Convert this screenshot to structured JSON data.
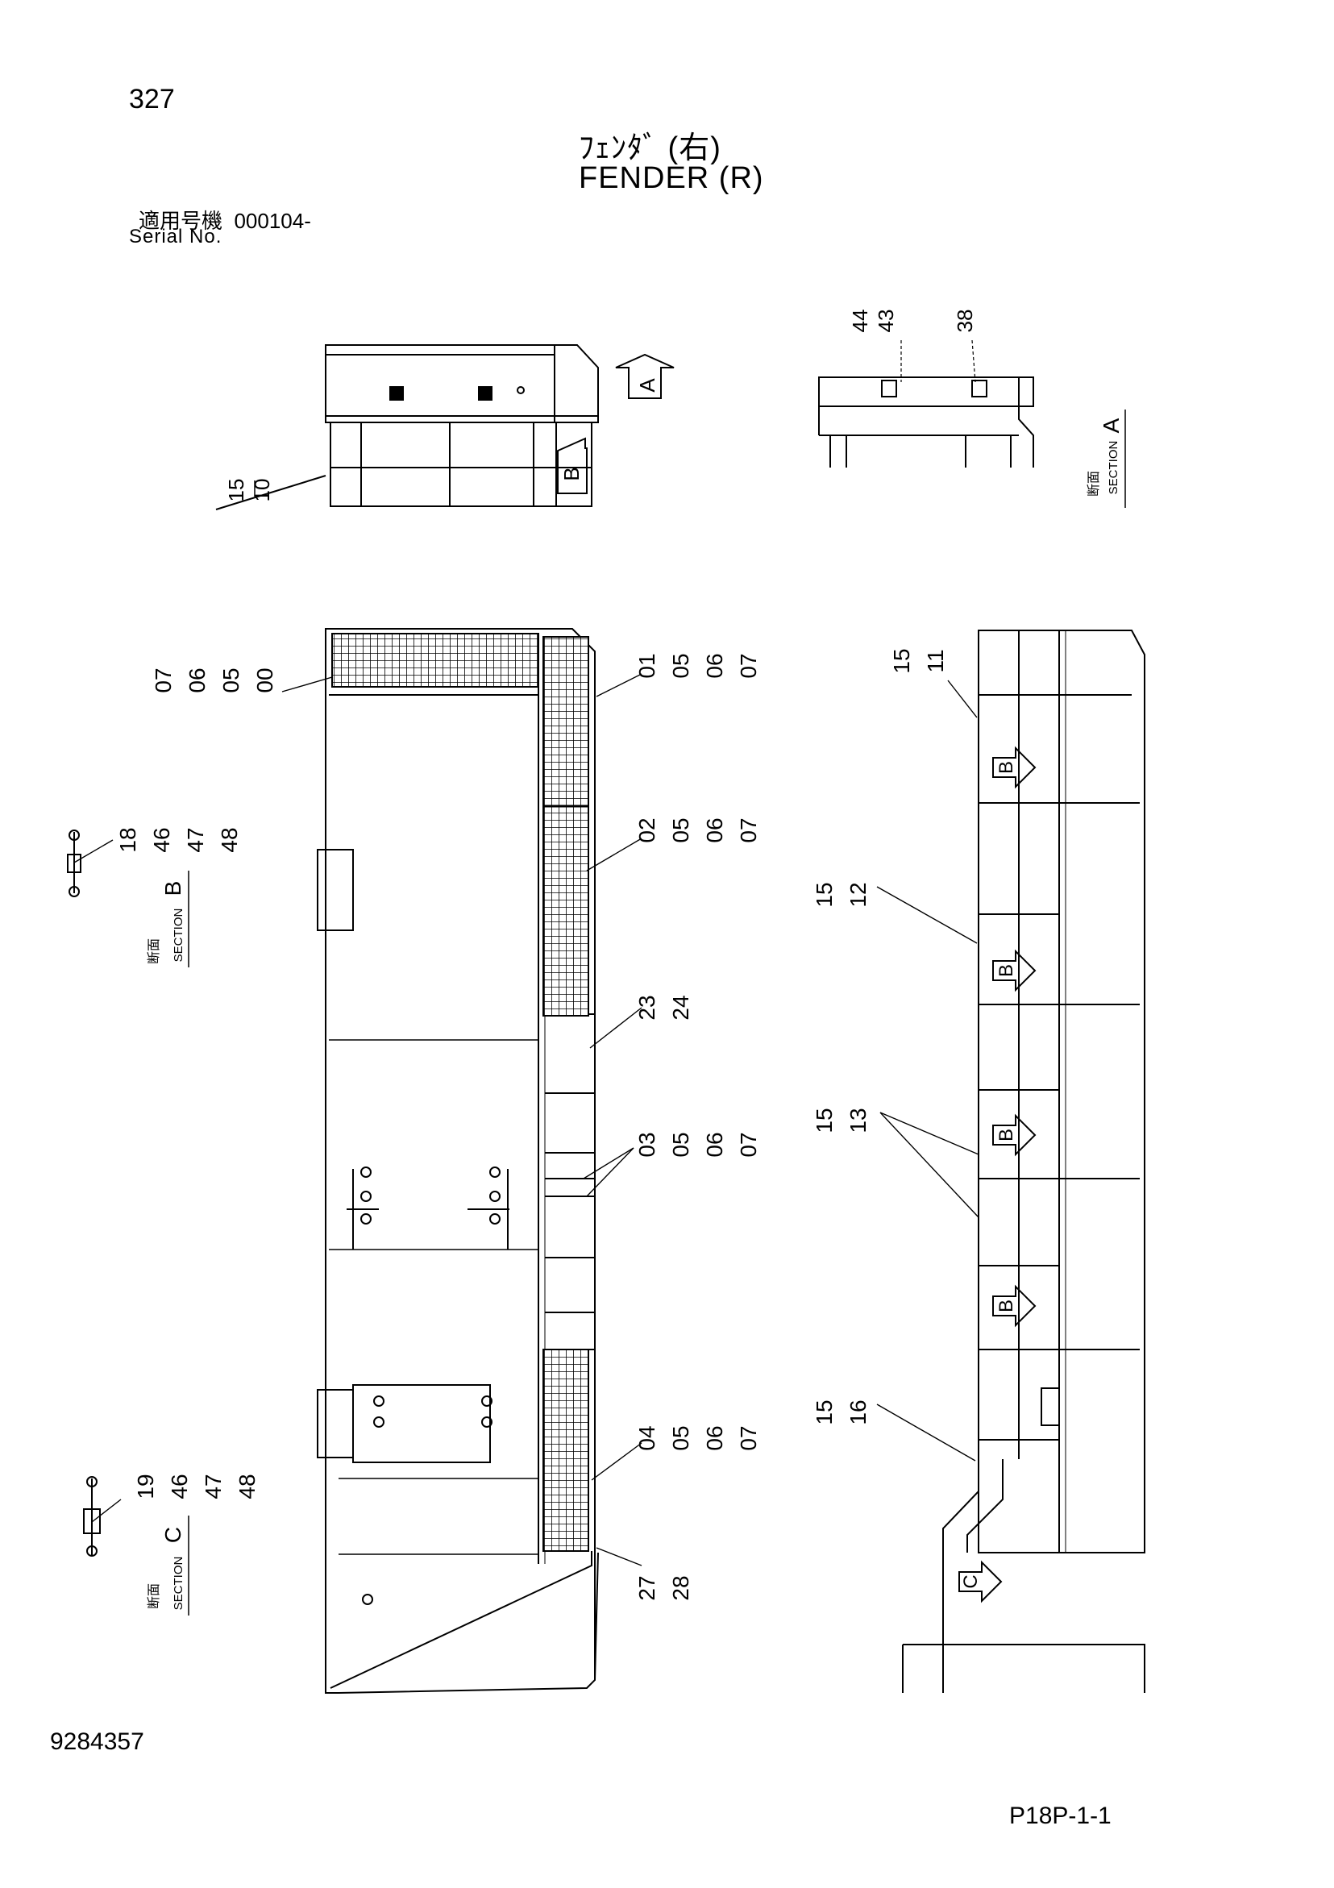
{
  "header": {
    "page_number": "327",
    "title_jp": "ﾌｪﾝﾀﾞ (右)",
    "title_en": "FENDER (R)",
    "serial_label_jp": "適用号機",
    "serial_value": "000104-",
    "serial_label_en": "Serial No."
  },
  "footer": {
    "doc_number": "9284357",
    "page_ref": "P18P-1-1"
  },
  "top_view": {
    "callout_15_10": [
      "15",
      "10"
    ],
    "view_arrow_a": "A",
    "view_arrow_b": "B"
  },
  "section_a": {
    "callout_44_43": [
      "44",
      "43"
    ],
    "callout_38": "38",
    "label_jp": "断面",
    "label_en": "SECTION",
    "letter": "A"
  },
  "section_b": {
    "callout": [
      "18",
      "46",
      "47",
      "48"
    ],
    "label_jp": "断面",
    "label_en": "SECTION",
    "letter": "B"
  },
  "section_c": {
    "callout": [
      "19",
      "46",
      "47",
      "48"
    ],
    "label_jp": "断面",
    "label_en": "SECTION",
    "letter": "C"
  },
  "plan_view": {
    "callout_07_06_05_00": [
      "07",
      "06",
      "05",
      "00"
    ],
    "callout_01": [
      "01",
      "05",
      "06",
      "07"
    ],
    "callout_02": [
      "02",
      "05",
      "06",
      "07"
    ],
    "callout_23_24": [
      "23",
      "24"
    ],
    "callout_03": [
      "03",
      "05",
      "06",
      "07"
    ],
    "callout_04": [
      "04",
      "05",
      "06",
      "07"
    ],
    "callout_27_28": [
      "27",
      "28"
    ]
  },
  "side_view": {
    "callout_15_11": [
      "15",
      "11"
    ],
    "callout_15_12": [
      "15",
      "12"
    ],
    "callout_15_13": [
      "15",
      "13"
    ],
    "callout_15_16": [
      "15",
      "16"
    ],
    "view_arrow_b": "B",
    "view_arrow_c": "C"
  }
}
